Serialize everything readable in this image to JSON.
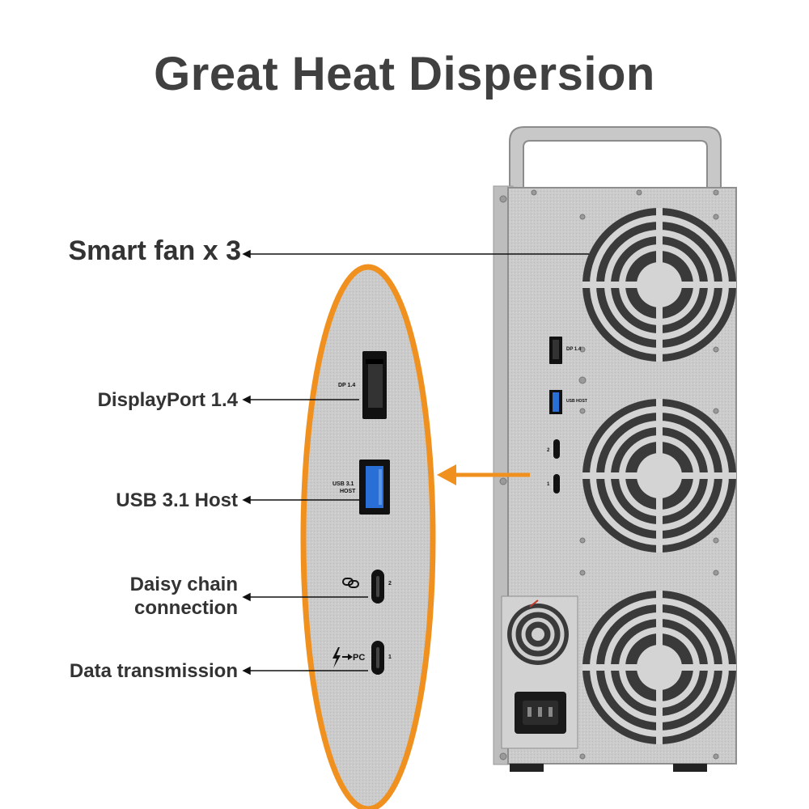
{
  "title": "Great Heat Dispersion",
  "callouts": {
    "fans": "Smart fan x 3",
    "displayport": "DisplayPort 1.4",
    "usb": "USB 3.1 Host",
    "daisy_line1": "Daisy chain",
    "daisy_line2": "connection",
    "data": "Data transmission"
  },
  "port_labels": {
    "dp": "DP 1.4",
    "usb_line1": "USB 3.1",
    "usb_line2": "HOST",
    "usb_small": "USB HOST",
    "port2": "2",
    "port1": "1",
    "pc": "PC"
  },
  "colors": {
    "accent": "#F0901E",
    "panel": "#C9C9C9",
    "text": "#333333"
  },
  "icons": [
    "chain-link-icon",
    "thunderbolt-icon",
    "arrow-right-icon"
  ]
}
